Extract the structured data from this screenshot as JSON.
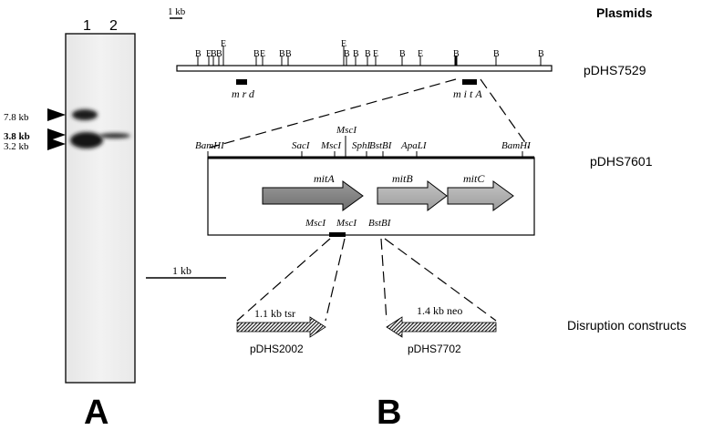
{
  "panel_a": {
    "letter": "A",
    "lanes": [
      "1",
      "2"
    ],
    "markers": [
      "7.8 kb",
      "3.8 kb",
      "3.2 kb"
    ]
  },
  "panel_b": {
    "letter": "B",
    "scale_top": "1 kb",
    "scale_mid": "1 kb",
    "headers": {
      "plasmids": "Plasmids",
      "disruption": "Disruption constructs"
    },
    "plasmid_1": {
      "name": "pDHS7529",
      "sites": [
        "B",
        "E",
        "B",
        "B",
        "E",
        "B",
        "E",
        "B",
        "B",
        "E",
        "B",
        "B",
        "B",
        "E",
        "B",
        "E",
        "B",
        "B",
        "B"
      ],
      "genes": [
        "mrd",
        "mitA"
      ]
    },
    "plasmid_2": {
      "name": "pDHS7601",
      "sites": [
        "BamHI",
        "SacI",
        "MscI",
        "MscI",
        "SphI",
        "BstBI",
        "ApaLI",
        "BamHI"
      ],
      "genes": [
        "mitA",
        "mitB",
        "mitC"
      ],
      "lower_sites": [
        "MscI",
        "MscI",
        "BstBI"
      ]
    },
    "constructs": [
      {
        "label": "1.1 kb tsr",
        "name": "pDHS2002"
      },
      {
        "label": "1.4 kb neo",
        "name": "pDHS7702"
      }
    ]
  }
}
